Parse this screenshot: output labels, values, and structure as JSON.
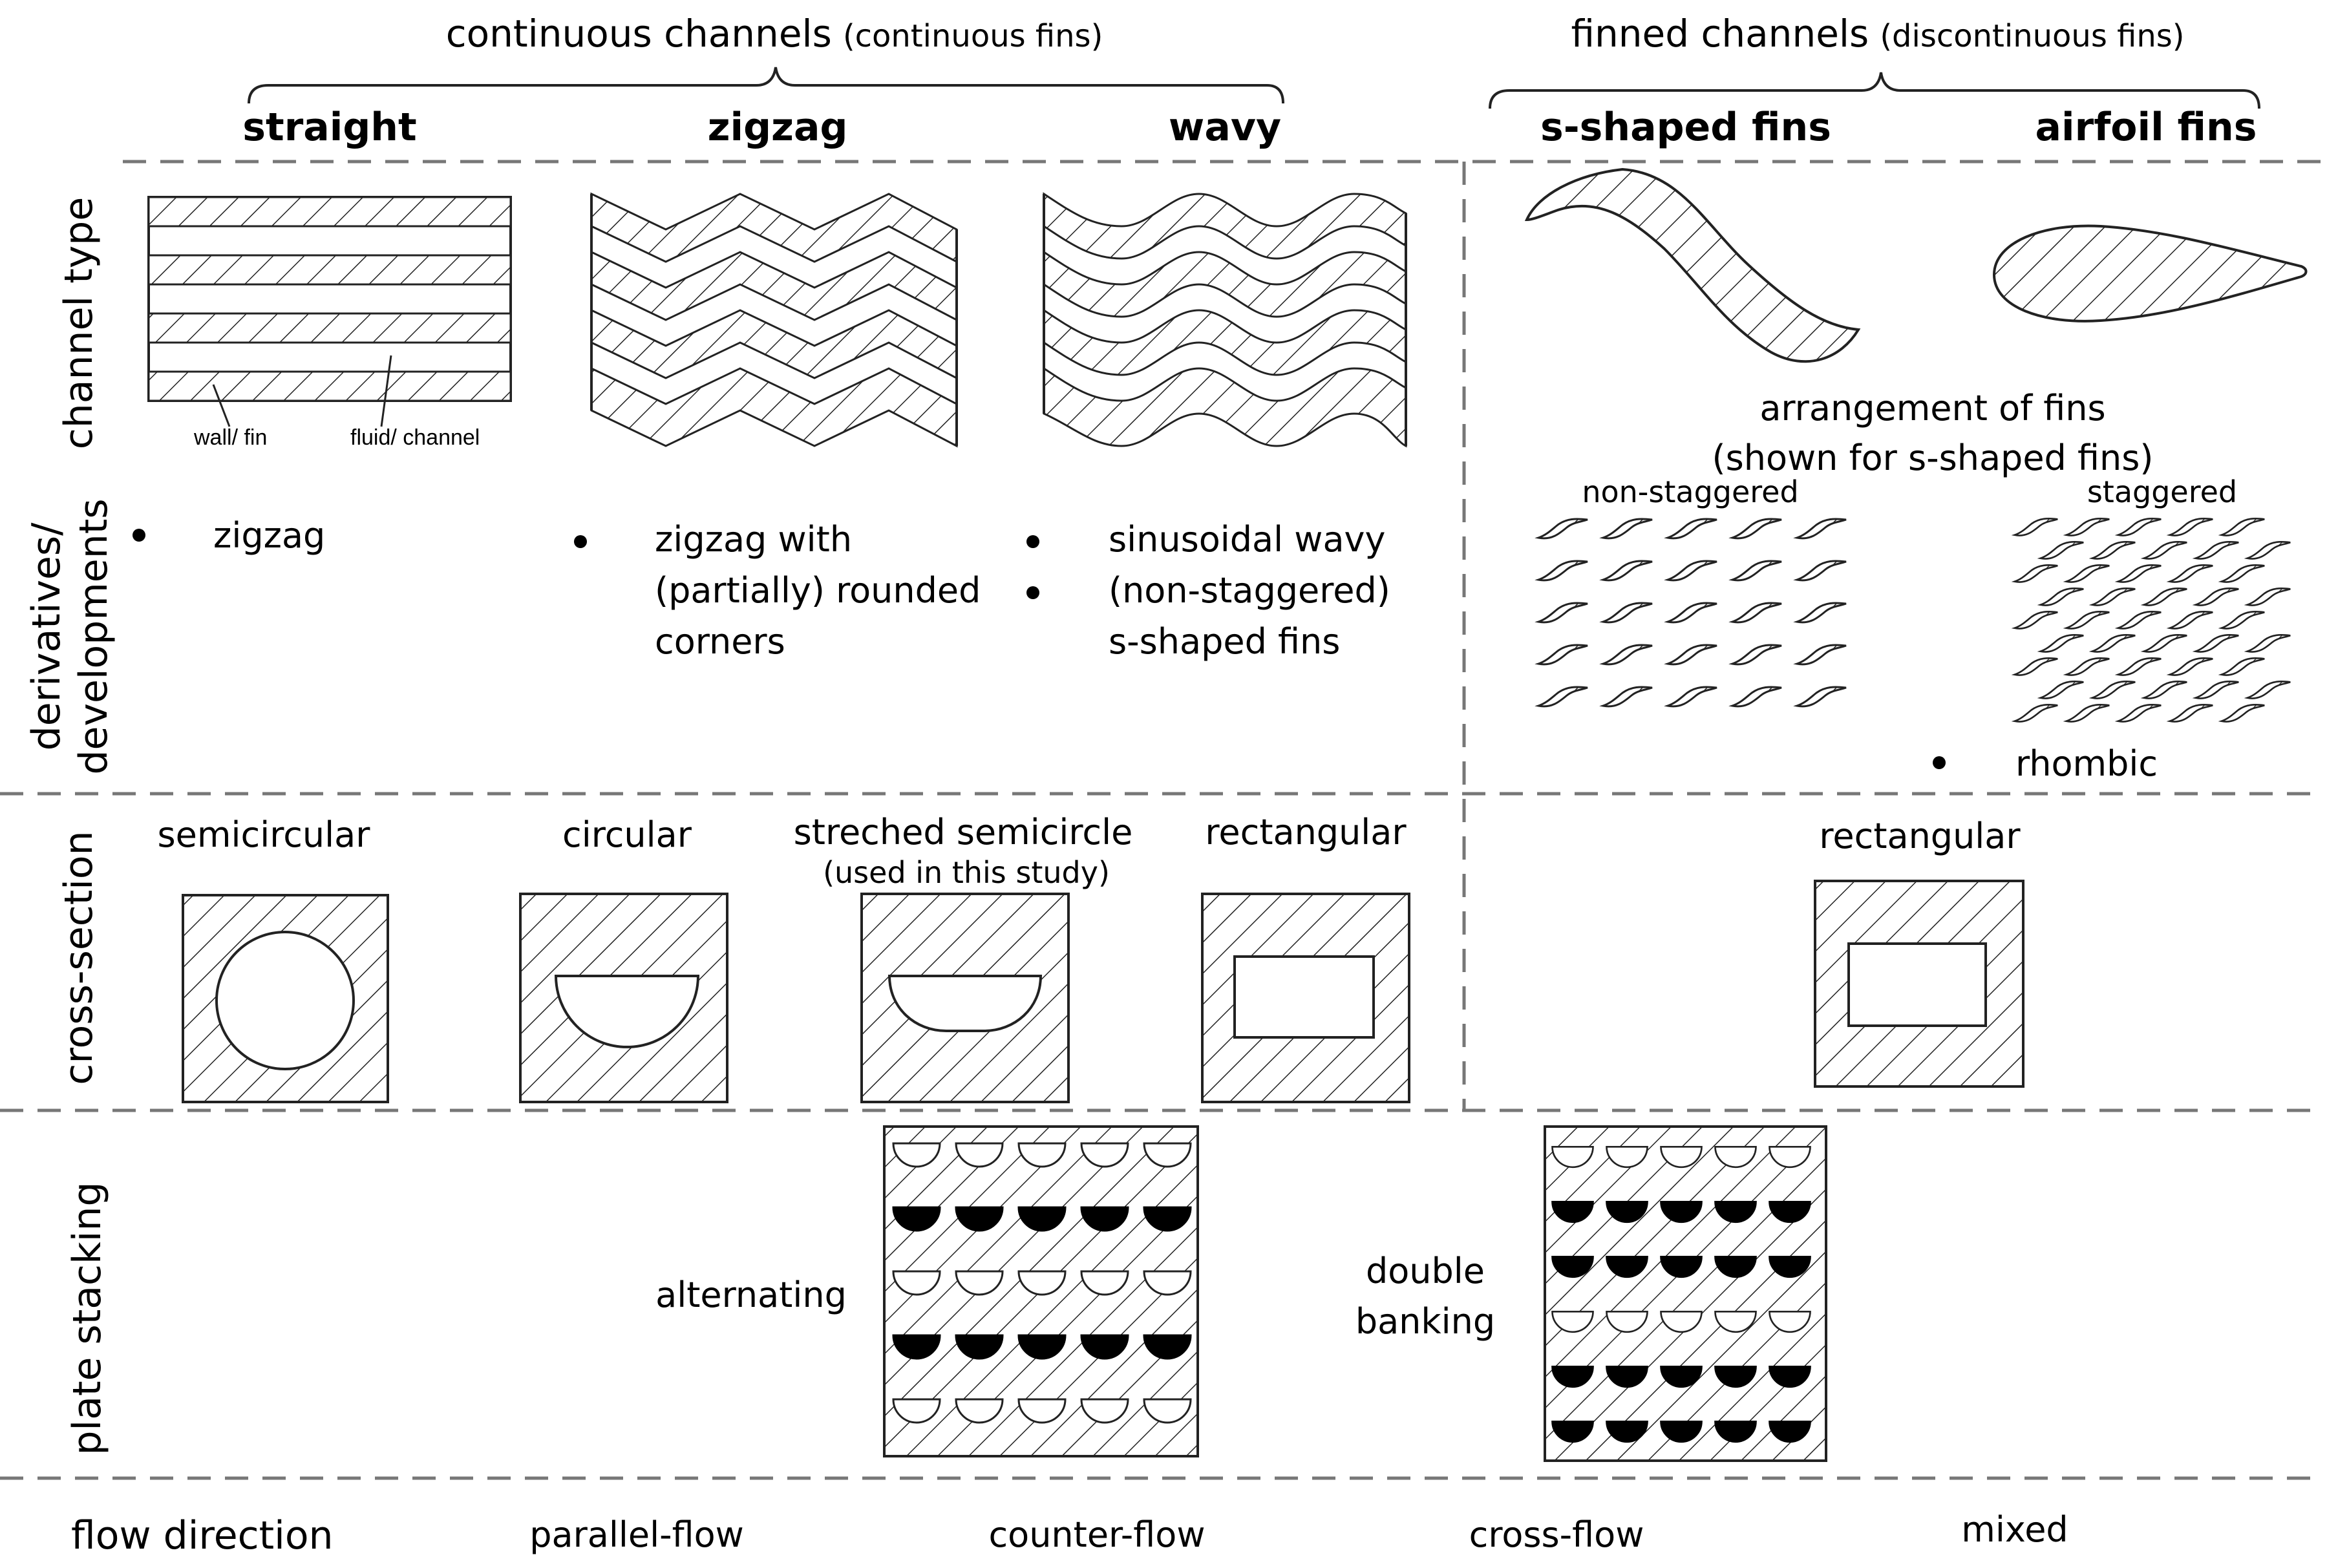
{
  "header": {
    "continuous_main": "continuous channels",
    "continuous_sub": "(continuous fins)",
    "finned_main": "finned channels",
    "finned_sub": "(discontinuous fins)"
  },
  "columns": {
    "straight": "straight",
    "zigzag": "zigzag",
    "wavy": "wavy",
    "s_shaped": "s-shaped fins",
    "airfoil": "airfoil fins"
  },
  "rows": {
    "channel_type": "channel type",
    "derivatives_1": "derivatives/",
    "derivatives_2": "developments",
    "cross_section": "cross-section",
    "plate_stacking": "plate stacking",
    "flow_direction": "flow direction"
  },
  "channel_type": {
    "wall_fin": "wall/ fin",
    "fluid_channel": "fluid/ channel",
    "arrangement_1": "arrangement of fins",
    "arrangement_2": "(shown for s-shaped fins)",
    "non_staggered": "non-staggered",
    "staggered": "staggered"
  },
  "derivatives": {
    "straight_1": "zigzag",
    "zigzag_1": "zigzag with",
    "zigzag_2": "(partially) rounded",
    "zigzag_3": "corners",
    "wavy_1": "sinusoidal wavy",
    "wavy_2": "(non-staggered)",
    "wavy_3": "s-shaped fins",
    "finned_1": "rhombic"
  },
  "cross_section": {
    "semicircular": "semicircular",
    "circular": "circular",
    "stretched_1": "streched semicircle",
    "stretched_2": "(used in this study)",
    "rectangular": "rectangular",
    "rectangular_finned": "rectangular"
  },
  "plate_stacking": {
    "alternating": "alternating",
    "double_1": "double",
    "double_2": "banking"
  },
  "flow_direction": {
    "parallel": "parallel-flow",
    "counter": "counter-flow",
    "cross": "cross-flow",
    "mixed": "mixed"
  }
}
